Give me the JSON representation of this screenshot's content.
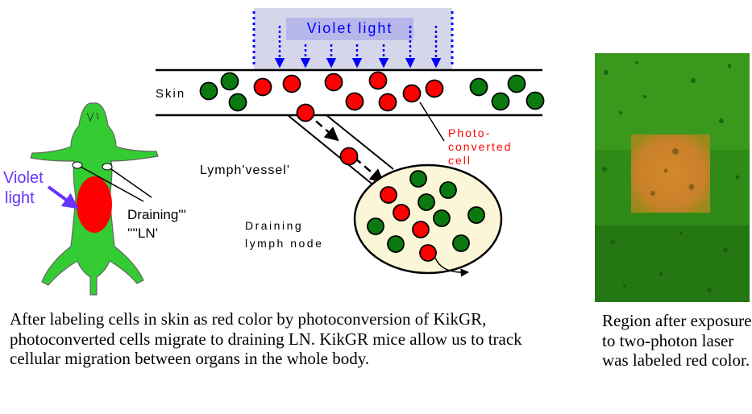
{
  "labels": {
    "violet_light_top": "Violet light",
    "skin": "Skin",
    "photoconverted_line1": "Photo-",
    "photoconverted_line2": "converted",
    "photoconverted_line3": "cell",
    "lymph_vessel": "Lymph'vessel'",
    "draining_lymph_node_line1": "Draining",
    "draining_lymph_node_line2": "lymph node",
    "violet_light_left_line1": "Violet",
    "violet_light_left_line2": "light",
    "draining_ln_line1": "Draining'''",
    "draining_ln_line2": "''''LN'"
  },
  "captions": {
    "left": "After labeling cells in skin as red color by photoconversion of KikGR, photoconverted cells migrate to draining LN. KikGR mice allow us to track cellular migration between organs in the whole body.",
    "right": "Region after exposure to two-photon laser was labeled red color."
  },
  "colors": {
    "green_cell": "#0a7a10",
    "red_cell": "#ff0000",
    "violet": "#6633ff",
    "blue_dots": "#0000ff",
    "lymph_node_fill": "#fbf6d8",
    "mouse_green": "#33cc33",
    "violet_panel": "#d6d6ea"
  },
  "icons": {
    "mouse": "mouse-silhouette-icon",
    "arrow": "arrow-icon"
  }
}
